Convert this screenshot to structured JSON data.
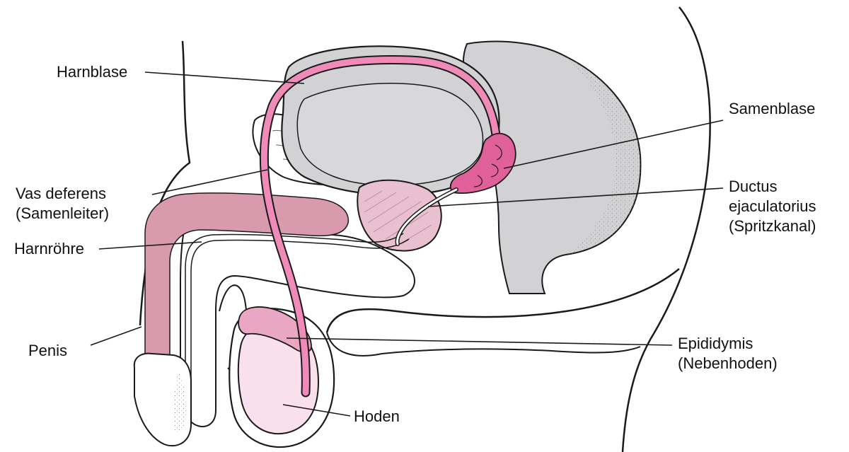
{
  "colors": {
    "outline": "#1a1a1a",
    "tissue_gray": "#d2d2d4",
    "duct_pink": "#e8679e",
    "duct_pink_light": "#f08ab8",
    "erectile_pink": "#d99aae",
    "testis_pink": "#f9e0ec",
    "epididymis_pink": "#e9a7c4",
    "vesicle_pink": "#e0609a",
    "background": "#ffffff"
  },
  "labels": {
    "harnblase": {
      "lines": [
        "Harnblase"
      ]
    },
    "vas_deferens": {
      "lines": [
        "Vas deferens",
        "(Samenleiter)"
      ]
    },
    "harnroehre": {
      "lines": [
        "Harnröhre"
      ]
    },
    "penis": {
      "lines": [
        "Penis"
      ]
    },
    "samenblase": {
      "lines": [
        "Samenblase"
      ]
    },
    "ductus": {
      "lines": [
        "Ductus",
        "ejaculatorius",
        "(Spritzkanal)"
      ]
    },
    "epididymis": {
      "lines": [
        "Epididymis",
        "(Nebenhoden)"
      ]
    },
    "hoden": {
      "lines": [
        "Hoden"
      ]
    }
  }
}
